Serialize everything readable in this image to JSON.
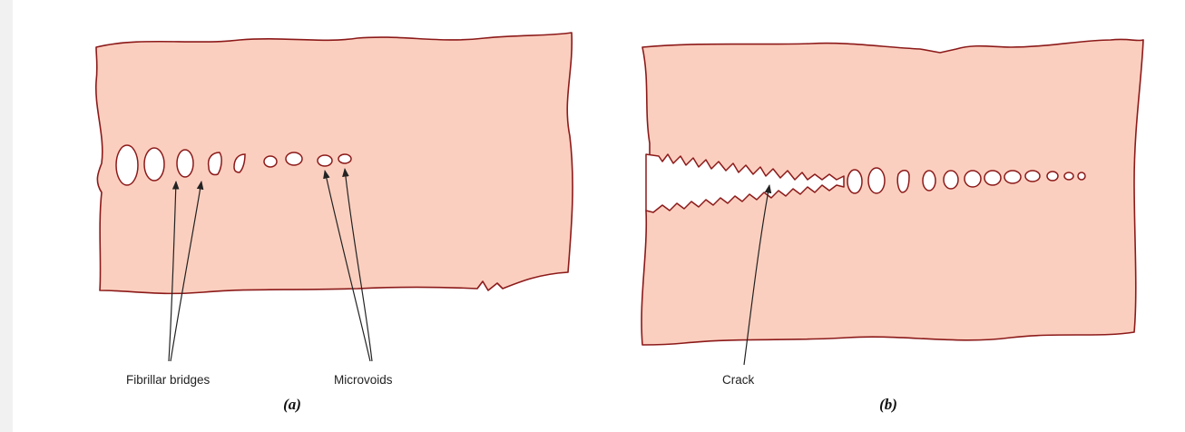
{
  "panel_a": {
    "caption": "(a)",
    "label_bridges": "Fibrillar bridges",
    "label_microvoids": "Microvoids"
  },
  "panel_b": {
    "caption": "(b)",
    "label_crack": "Crack"
  },
  "colors": {
    "material_fill": "#fbcfbf",
    "outline": "#8c1a1a",
    "page_border": "#f1f1f1"
  }
}
